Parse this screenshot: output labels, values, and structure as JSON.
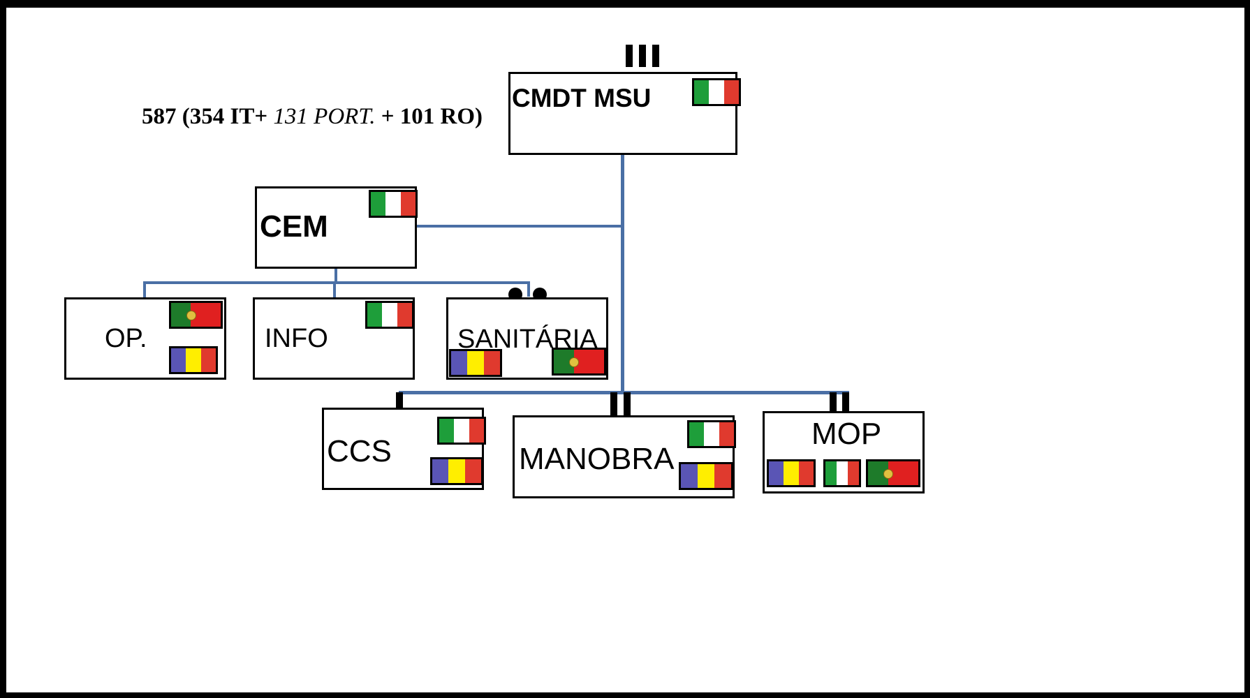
{
  "strength": {
    "total": "587",
    "open": "(354 IT+",
    "port": "131 PORT.",
    "rest": "+ 101 RO)"
  },
  "nodes": {
    "cmdt": {
      "label": "CMDT MSU",
      "echelon": "III"
    },
    "cem": {
      "label": "CEM"
    },
    "op": {
      "label": "OP."
    },
    "info": {
      "label": "INFO"
    },
    "sanitaria": {
      "label": "SANITÁRIA",
      "echelon": "••"
    },
    "ccs": {
      "label": "CCS",
      "echelon": "I"
    },
    "manobra": {
      "label": "MANOBRA",
      "echelon": "II"
    },
    "mop": {
      "label": "MOP",
      "echelon": "II"
    }
  },
  "flags": {
    "it": [
      "#1e9e3a",
      "#ffffff",
      "#e03a2e"
    ],
    "ro": [
      "#5a55b5",
      "#ffee00",
      "#e03a2e"
    ],
    "pt": [
      "#1e7b2a",
      "#e02020"
    ]
  },
  "colors": {
    "connector": "#4a6fa5",
    "border": "#000000"
  }
}
